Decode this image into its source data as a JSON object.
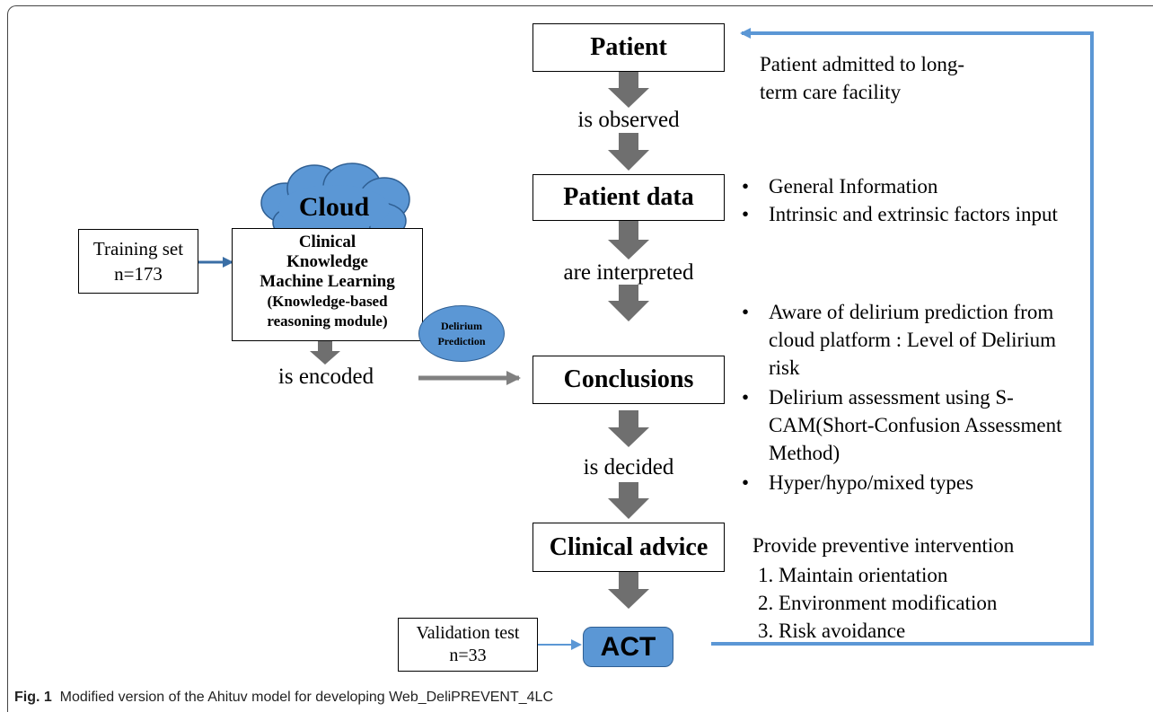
{
  "stages": {
    "patient": "Patient",
    "patient_data": "Patient data",
    "conclusions": "Conclusions",
    "clinical_advice": "Clinical advice",
    "act": "ACT"
  },
  "transitions": {
    "observed": "is observed",
    "interpreted": "are interpreted",
    "decided": "is decided",
    "encoded": "is encoded"
  },
  "cloud": {
    "label": "Cloud",
    "module_line1": "Clinical",
    "module_line2": "Knowledge",
    "module_line3": "Machine Learning",
    "module_line4": "(Knowledge-based",
    "module_line5": "reasoning module)"
  },
  "delirium_prediction": {
    "line1": "Delirium",
    "line2": "Prediction"
  },
  "training_set": {
    "line1": "Training set",
    "line2": "n=173"
  },
  "validation_test": {
    "line1": "Validation test",
    "line2": "n=33"
  },
  "notes": {
    "patient": "Patient admitted to long-term care facility",
    "patient_data": [
      "General Information",
      "Intrinsic and extrinsic factors input"
    ],
    "conclusions": [
      "Aware of delirium prediction from cloud platform : Level of Delirium risk",
      "Delirium assessment using S-CAM(Short-Confusion Assessment Method)",
      "Hyper/hypo/mixed types"
    ],
    "advice_title": "Provide preventive intervention",
    "advice_items": [
      "1.  Maintain orientation",
      "2.  Environment modification",
      "3.  Risk avoidance"
    ]
  },
  "caption": {
    "fig": "Fig. 1",
    "text": "Modified version of the Ahituv model for developing Web_DeliPREVENT_4LC"
  },
  "colors": {
    "blue": "#5b97d5",
    "arrow_gray": "#707070",
    "feedback_blue": "#5b97d5"
  }
}
